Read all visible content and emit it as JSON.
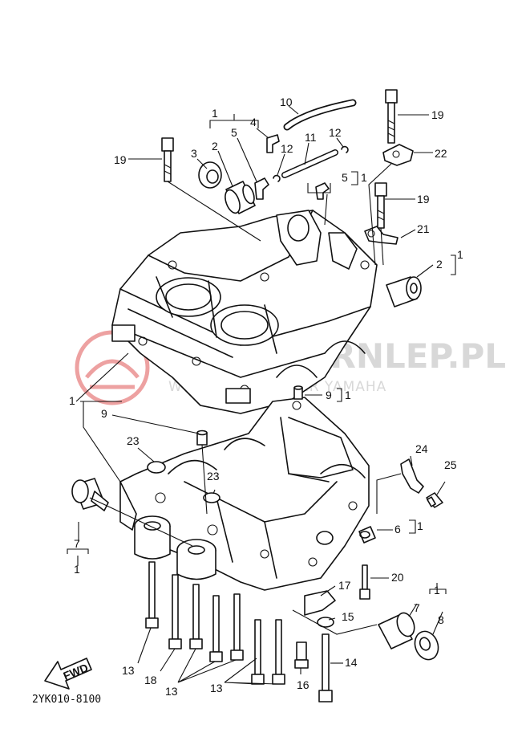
{
  "diagram": {
    "catalog_code": "2YK010-8100",
    "fwd_label": "FWD",
    "watermark": {
      "title": "SKUTERNLEP.PL",
      "subtitle": "WOJCIECH | DEALER YAMAHA",
      "color": "#e05555"
    },
    "callouts": {
      "c1_top": "1",
      "c2_top": "2",
      "c3": "3",
      "c4": "4",
      "c5_top": "5",
      "c10": "10",
      "c11": "11",
      "c12_left": "12",
      "c12_right": "12",
      "c5_right": "5",
      "c1_right_5": "1",
      "c19_left": "19",
      "c19_top": "19",
      "c19_mid": "19",
      "c22": "22",
      "c21": "21",
      "c2_right": "2",
      "c1_right_2": "1",
      "c9_right": "9",
      "c1_right_9": "1",
      "c1_left": "1",
      "c9_left": "9",
      "c23_left": "23",
      "c23_mid": "23",
      "c24": "24",
      "c25": "25",
      "c6": "6",
      "c1_right_6": "1",
      "c7_left": "7",
      "c1_left_7": "1",
      "c20": "20",
      "c17": "17",
      "c1_bottom_right": "1",
      "c7_right": "7",
      "c8": "8",
      "c15": "15",
      "c13_a": "13",
      "c18": "18",
      "c13_b": "13",
      "c13_c": "13",
      "c16": "16",
      "c14": "14"
    }
  }
}
